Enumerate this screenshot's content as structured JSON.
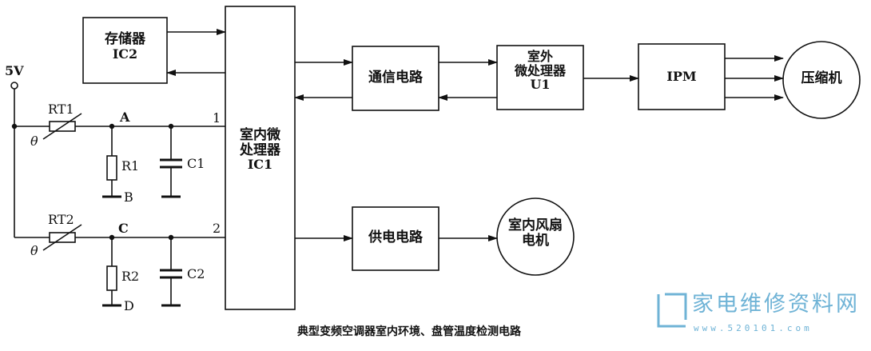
{
  "diagram": {
    "supply": "5V",
    "blocks": {
      "memory": "存储器",
      "memory_id": "IC2",
      "mcu_line1": "室内微",
      "mcu_line2": "处理器",
      "mcu_id": "IC1",
      "comm": "通信电路",
      "outdoor_line1": "室外",
      "outdoor_line2": "微处理器",
      "outdoor_id": "U1",
      "ipm": "IPM",
      "compressor": "压缩机",
      "power": "供电电路",
      "fan_line1": "室内风扇",
      "fan_line2": "电机"
    },
    "components": {
      "rt1": "RT1",
      "rt2": "RT2",
      "r1": "R1",
      "r2": "R2",
      "c1": "C1",
      "c2": "C2",
      "theta": "θ"
    },
    "nodes": {
      "a": "A",
      "b": "B",
      "c": "C",
      "d": "D",
      "pin1": "1",
      "pin2": "2"
    },
    "caption": "典型变频空调器室内环境、盘管温度检测电路"
  },
  "watermark": {
    "site_name": "家电维修资料网",
    "site_url": "www.520101.com"
  },
  "colors": {
    "line": "#111111",
    "watermark": "#6fb3d6"
  },
  "icons": [
    "watermark-logo-icon"
  ]
}
